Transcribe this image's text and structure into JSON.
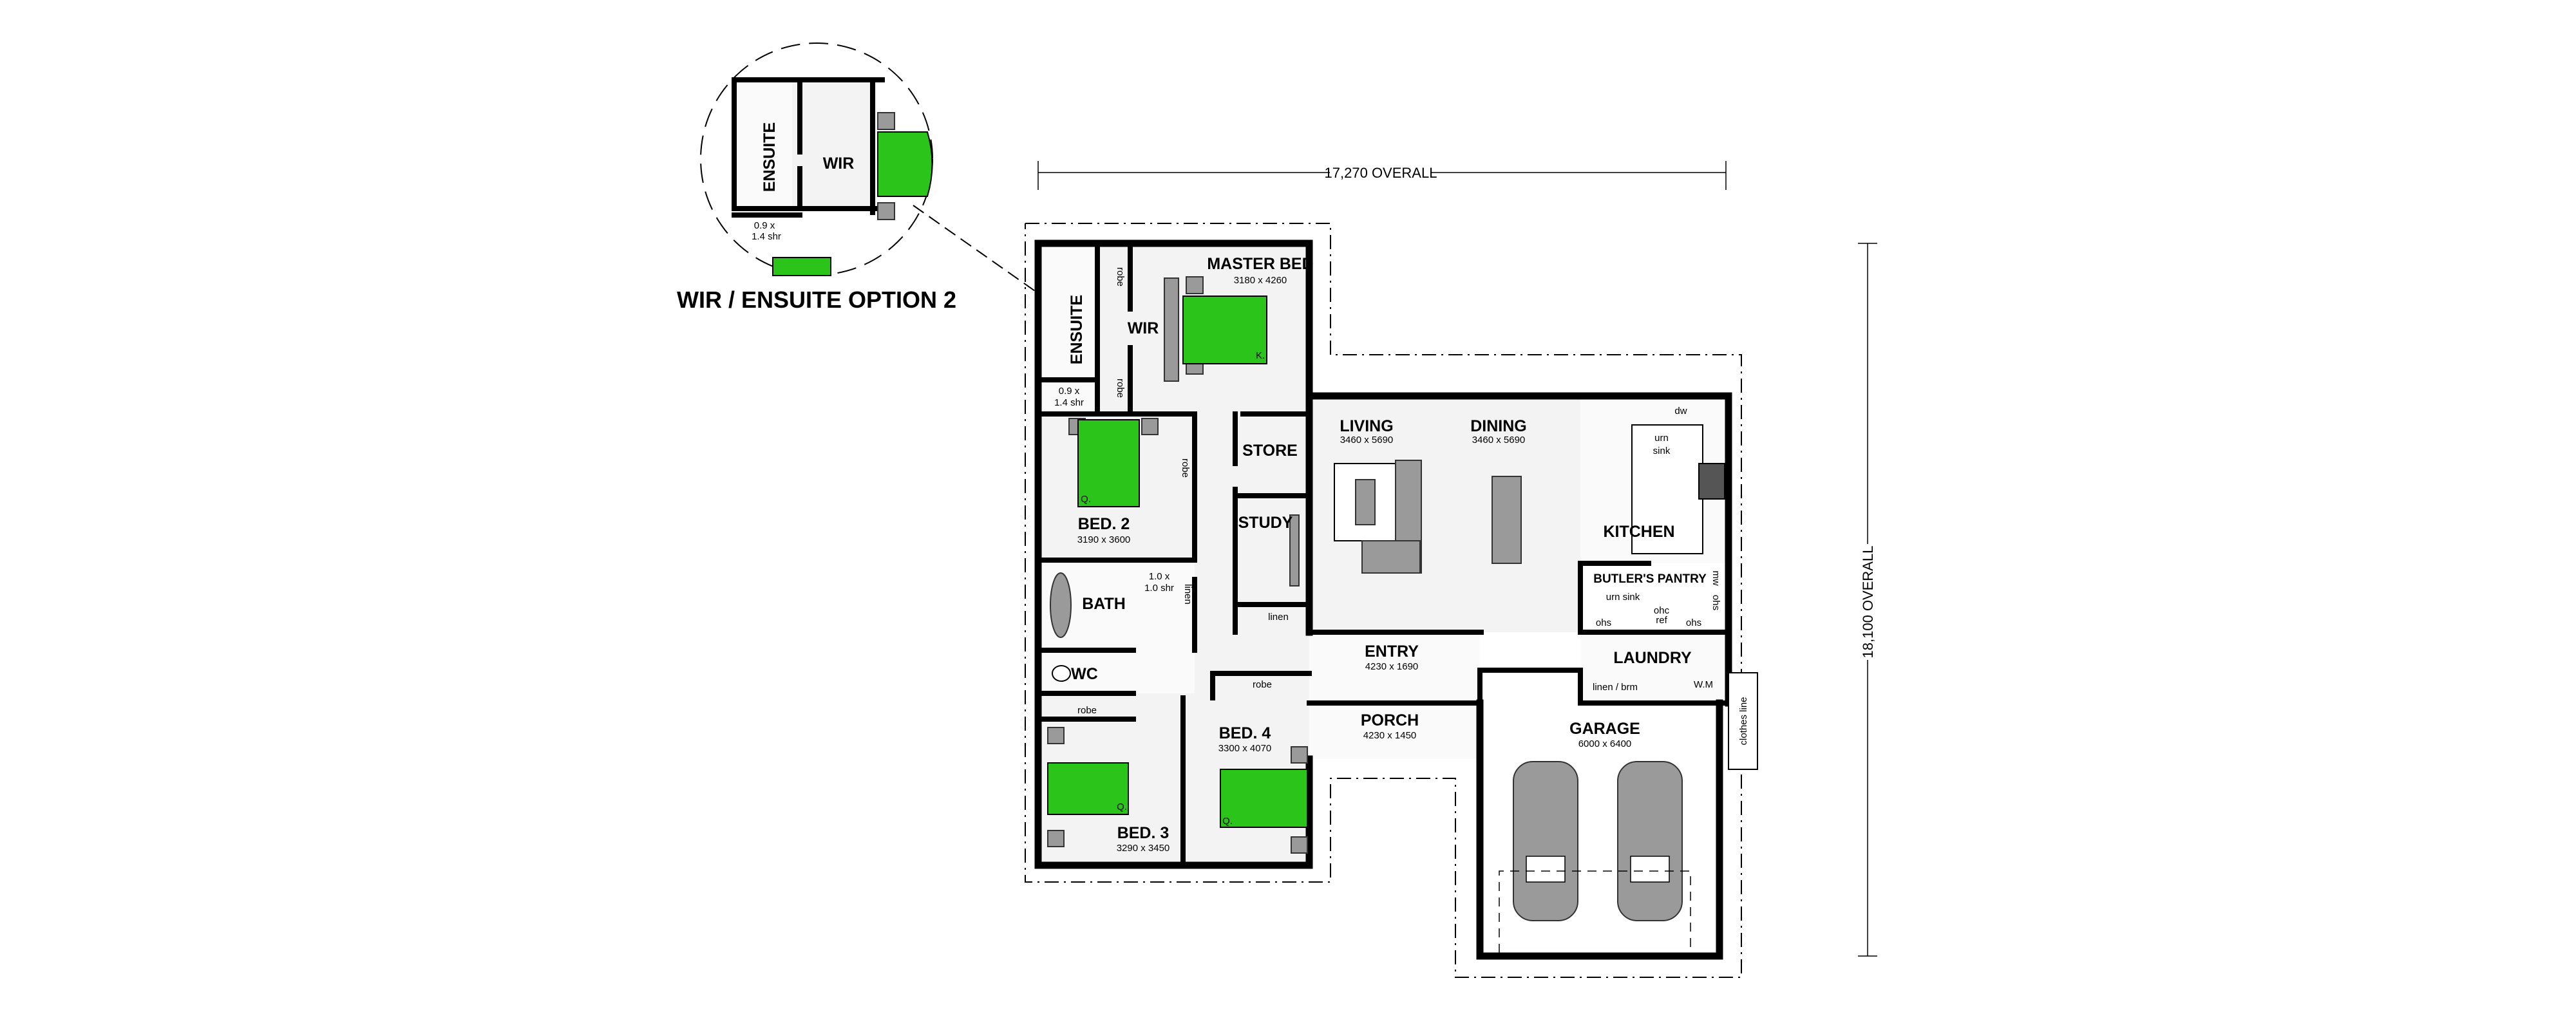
{
  "dimensions": {
    "width_overall": "17,270 OVERALL",
    "depth_overall": "18,100 OVERALL"
  },
  "inset": {
    "title": "WIR / ENSUITE OPTION 2",
    "ensuite": "ENSUITE",
    "wir": "WIR",
    "shower_line1": "0.9 x",
    "shower_line2": "1.4 shr"
  },
  "rooms": {
    "master_bed": {
      "name": "MASTER BED",
      "size": "3180 x 4260",
      "bed_size": "K."
    },
    "wir": {
      "name": "WIR"
    },
    "ensuite": {
      "name": "ENSUITE",
      "shower_line1": "0.9 x",
      "shower_line2": "1.4 shr"
    },
    "robe_top": "robe",
    "robe_bottom": "robe",
    "bed2": {
      "name": "BED. 2",
      "size": "3190 x 3600",
      "robe": "robe",
      "bed_size": "Q."
    },
    "store": {
      "name": "STORE"
    },
    "study": {
      "name": "STUDY"
    },
    "hall_linen": "linen",
    "bath": {
      "name": "BATH",
      "shower_line1": "1.0 x",
      "shower_line2": "1.0 shr",
      "linen": "linen"
    },
    "wc": {
      "name": "WC"
    },
    "bed3": {
      "name": "BED. 3",
      "size": "3290 x 3450",
      "robe": "robe",
      "bed_size": "Q."
    },
    "bed4": {
      "name": "BED. 4",
      "size": "3300 x 4070",
      "robe": "robe",
      "bed_size": "Q."
    },
    "living": {
      "name": "LIVING",
      "size": "3460 x 5690"
    },
    "dining": {
      "name": "DINING",
      "size": "3460 x 5690"
    },
    "kitchen": {
      "name": "KITCHEN",
      "dw": "dw",
      "urn": "urn",
      "sink": "sink"
    },
    "butlers_pantry": {
      "name": "BUTLER'S PANTRY",
      "urn_sink": "urn sink",
      "ohs_left": "ohs",
      "ohc": "ohc",
      "ref": "ref",
      "ohs_right": "ohs",
      "mw": "mw",
      "ohs_side": "ohs"
    },
    "entry": {
      "name": "ENTRY",
      "size": "4230 x 1690"
    },
    "porch": {
      "name": "PORCH",
      "size": "4230 x 1450"
    },
    "laundry": {
      "name": "LAUNDRY",
      "linen_brm": "linen / brm",
      "wm": "W.M"
    },
    "garage": {
      "name": "GARAGE",
      "size": "6000 x 6400"
    },
    "clothes_line": "clothes line"
  },
  "colors": {
    "bed": "#2ac41a",
    "furniture": "#9a9a9a"
  }
}
